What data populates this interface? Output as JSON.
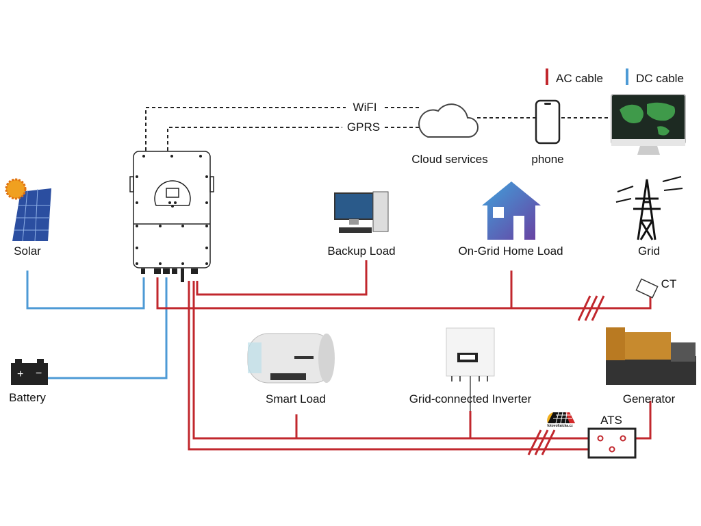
{
  "legend": {
    "ac_label": "AC cable",
    "dc_label": "DC cable",
    "ac_color": "#c1272d",
    "dc_color": "#4d9ad5"
  },
  "links": {
    "wifi": "WiFI",
    "gprs": "GPRS"
  },
  "nodes": {
    "solar": "Solar",
    "battery": "Battery",
    "cloud": "Cloud services",
    "phone": "phone",
    "backup_load": "Backup Load",
    "home_load": "On-Grid Home Load",
    "grid": "Grid",
    "ct": "CT",
    "smart_load": "Smart Load",
    "grid_inverter": "Grid-connected Inverter",
    "generator": "Generator",
    "ats": "ATS"
  },
  "watermark": "fotovoltaicka.cz"
}
